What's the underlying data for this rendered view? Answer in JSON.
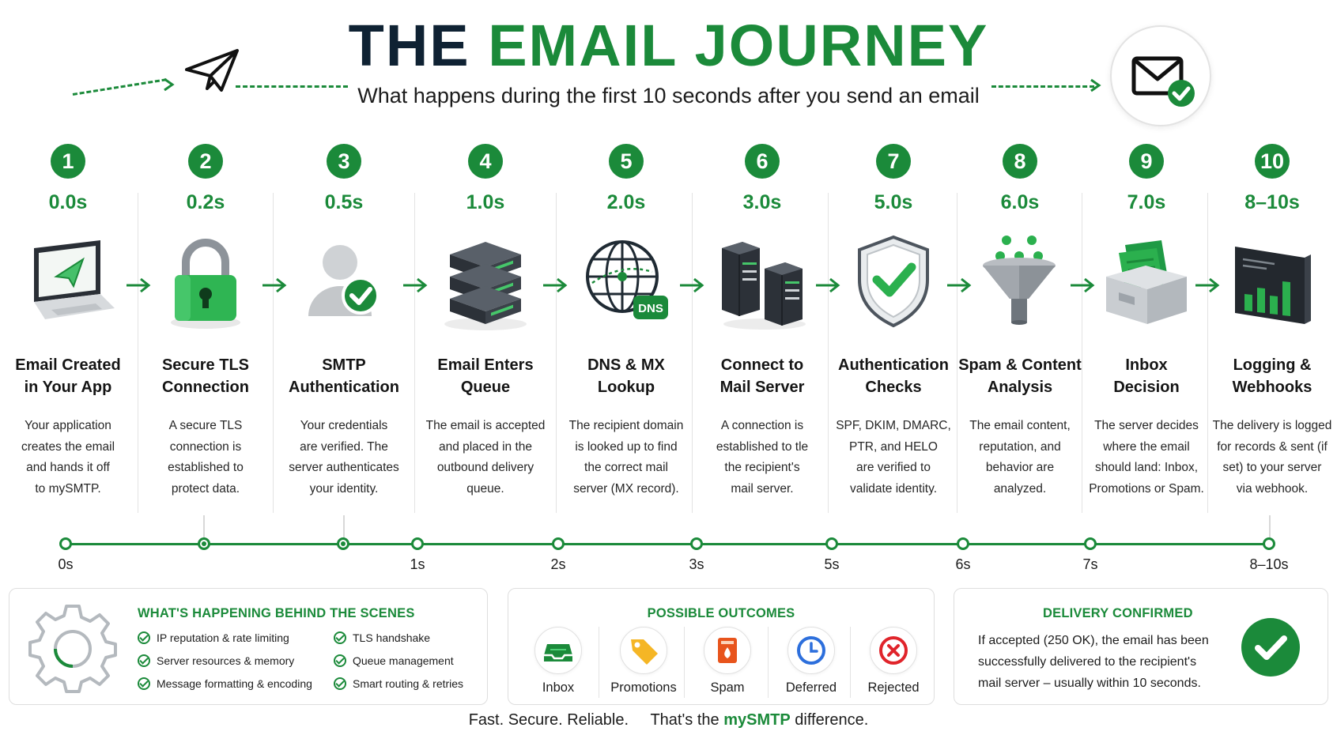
{
  "header": {
    "title_part1": "THE",
    "title_part2": "EMAIL JOURNEY",
    "subtitle": "What happens during the first 10 seconds after you send an email"
  },
  "colors": {
    "brand_green": "#1b8a3a",
    "title_dark": "#0f2233"
  },
  "steps": [
    {
      "num": "1",
      "time": "0.0s",
      "title_l1": "Email Created",
      "title_l2": "in Your App",
      "desc": [
        "Your application",
        "creates the email",
        "and hands it off",
        "to mySMTP."
      ],
      "icon": "laptop-icon"
    },
    {
      "num": "2",
      "time": "0.2s",
      "title_l1": "Secure TLS",
      "title_l2": "Connection",
      "desc": [
        "A secure TLS",
        "connection is",
        "established to",
        "protect data."
      ],
      "icon": "padlock-icon"
    },
    {
      "num": "3",
      "time": "0.5s",
      "title_l1": "SMTP",
      "title_l2": "Authentication",
      "desc": [
        "Your credentials",
        "are verified. The",
        "server authenticates",
        "your identity."
      ],
      "icon": "verified-user-icon"
    },
    {
      "num": "4",
      "time": "1.0s",
      "title_l1": "Email Enters",
      "title_l2": "Queue",
      "desc": [
        "The email is accepted",
        "and placed in the",
        "outbound delivery",
        "queue."
      ],
      "icon": "server-stack-icon"
    },
    {
      "num": "5",
      "time": "2.0s",
      "title_l1": "DNS & MX",
      "title_l2": "Lookup",
      "desc": [
        "The recipient domain",
        "is looked up to find",
        "the correct mail",
        "server (MX record)."
      ],
      "icon": "globe-dns-icon",
      "badge": "DNS"
    },
    {
      "num": "6",
      "time": "3.0s",
      "title_l1": "Connect to",
      "title_l2": "Mail Server",
      "desc": [
        "A connection is",
        "established to tle",
        "the recipient's",
        "mail server."
      ],
      "icon": "server-towers-icon"
    },
    {
      "num": "7",
      "time": "5.0s",
      "title_l1": "Authentication",
      "title_l2": "Checks",
      "desc": [
        "SPF, DKIM, DMARC,",
        "PTR, and HELO",
        "are verified to",
        "validate identity."
      ],
      "icon": "shield-check-icon"
    },
    {
      "num": "8",
      "time": "6.0s",
      "title_l1": "Spam & Content",
      "title_l2": "Analysis",
      "desc": [
        "The email content,",
        "reputation, and",
        "behavior are",
        "analyzed."
      ],
      "icon": "funnel-icon"
    },
    {
      "num": "9",
      "time": "7.0s",
      "title_l1": "Inbox",
      "title_l2": "Decision",
      "desc": [
        "The server decides",
        "where the email",
        "should land: Inbox,",
        "Promotions or Spam."
      ],
      "icon": "inbox-tray-icon"
    },
    {
      "num": "10",
      "time": "8–10s",
      "title_l1": "Logging &",
      "title_l2": "Webhooks",
      "desc": [
        "The delivery is logged",
        "for records & sent (if",
        "set) to your server",
        "via webhook."
      ],
      "icon": "bar-chart-monitor-icon"
    }
  ],
  "timeline": {
    "labels": [
      "0s",
      "1s",
      "2s",
      "3s",
      "5s",
      "6s",
      "7s",
      "8–10s"
    ]
  },
  "behind_scenes": {
    "title": "WHAT'S HAPPENING BEHIND THE SCENES",
    "items": [
      "IP reputation & rate limiting",
      "Server resources & memory",
      "Message formatting & encoding",
      "TLS handshake",
      "Queue management",
      "Smart routing & retries"
    ]
  },
  "outcomes": {
    "title": "POSSIBLE OUTCOMES",
    "items": [
      {
        "label": "Inbox",
        "icon": "inbox-icon",
        "color": "#1b8a3a"
      },
      {
        "label": "Promotions",
        "icon": "tag-icon",
        "color": "#f5b625"
      },
      {
        "label": "Spam",
        "icon": "spam-icon",
        "color": "#e8541c"
      },
      {
        "label": "Deferred",
        "icon": "clock-icon",
        "color": "#2d6fdc"
      },
      {
        "label": "Rejected",
        "icon": "x-circle-icon",
        "color": "#e0242b"
      }
    ]
  },
  "delivery": {
    "title": "DELIVERY CONFIRMED",
    "lines": [
      "If accepted (250 OK), the email has been",
      "successfully delivered to the recipient's",
      "mail server – usually within 10 seconds."
    ]
  },
  "footer": {
    "part1": "Fast. Secure. Reliable.",
    "part2": "That's the",
    "brand": "mySMTP",
    "part3": "difference."
  }
}
